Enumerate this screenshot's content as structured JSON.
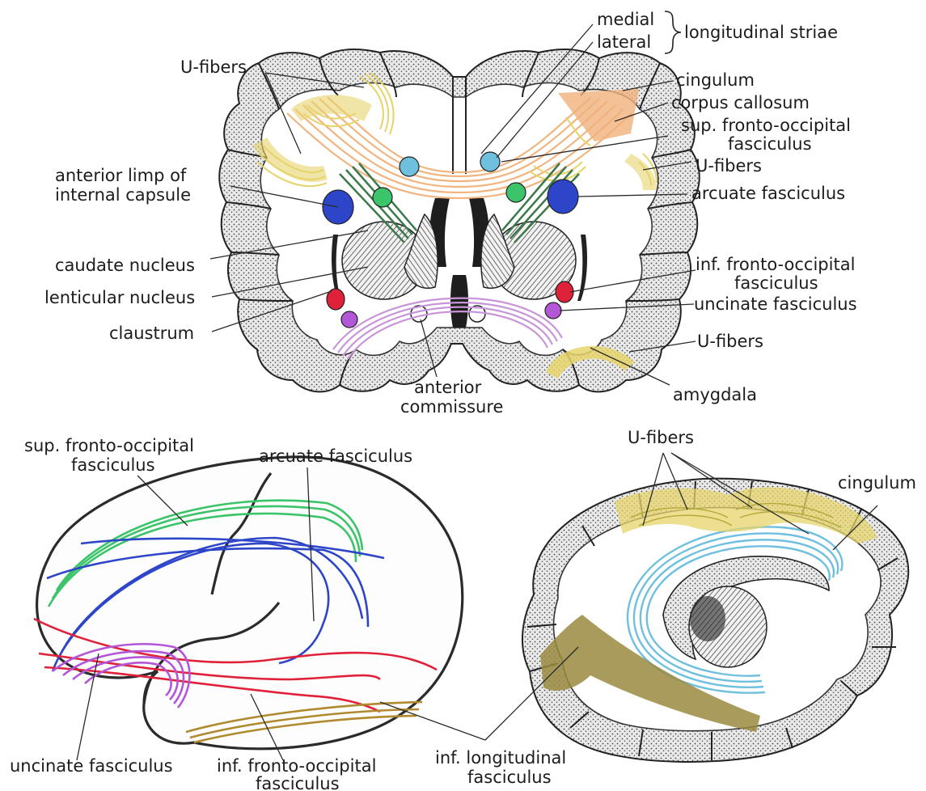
{
  "colors": {
    "u_fibers": "#e6d46a",
    "corpus_callosum": "#f0b27a",
    "cingulum": "#6fbfdf",
    "sup_fronto_occipital": "#3cc46a",
    "arcuate": "#2d45c8",
    "inf_fronto_occipital": "#e0213a",
    "uncinate": "#b356d8",
    "inf_longitudinal": "#b08a2e",
    "anterior_commissure": "#c896d8",
    "internal_capsule": "#3c7a4a",
    "ilf_medial": "#9a8a40"
  },
  "coronal": {
    "medial": "medial",
    "lateral": "lateral",
    "longitudinal_striae": "longitudinal striae",
    "u_fibers_top": "U-fibers",
    "cingulum": "cingulum",
    "corpus_callosum": "corpus callosum",
    "sup_fo_1": "sup. fronto-occipital",
    "sup_fo_2": "fasciculus",
    "u_fibers_right": "U-fibers",
    "anterior_limb_1": "anterior limp of",
    "anterior_limb_2": "internal capsule",
    "arcuate": "arcuate fasciculus",
    "caudate": "caudate nucleus",
    "lenticular": "lenticular nucleus",
    "claustrum": "claustrum",
    "inf_fo_1": "inf. fronto-occipital",
    "inf_fo_2": "fasciculus",
    "uncinate": "uncinate fasciculus",
    "u_fibers_lower": "U-fibers",
    "anterior_commissure_1": "anterior",
    "anterior_commissure_2": "commissure",
    "amygdala": "amygdala"
  },
  "lateral_view": {
    "sup_fo_1": "sup. fronto-occipital",
    "sup_fo_2": "fasciculus",
    "arcuate": "arcuate fasciculus",
    "uncinate": "uncinate fasciculus",
    "inf_fo_1": "inf. fronto-occipital",
    "inf_fo_2": "fasciculus",
    "ilf_1": "inf. longitudinal",
    "ilf_2": "fasciculus"
  },
  "medial_view": {
    "u_fibers": "U-fibers",
    "cingulum": "cingulum"
  }
}
